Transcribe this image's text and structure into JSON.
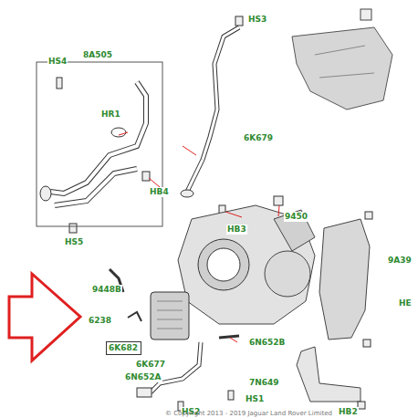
{
  "diagram": {
    "nodes": [
      {
        "text": [
          "8A505"
        ]
      },
      {
        "text": [
          "6K682"
        ]
      }
    ],
    "labels": [
      "HS3",
      "6K679",
      "HS4",
      "HR1",
      "HB3",
      "9450",
      "HB4",
      "HS5",
      "9448B",
      "6238",
      "9A39",
      "HE",
      "6N652B",
      "6K677",
      "6N652A",
      "HS1",
      "7N649",
      "HB2",
      "HS2",
      "© Copyright 2013 - 2019 Jaguar Land Rover Limited"
    ]
  }
}
